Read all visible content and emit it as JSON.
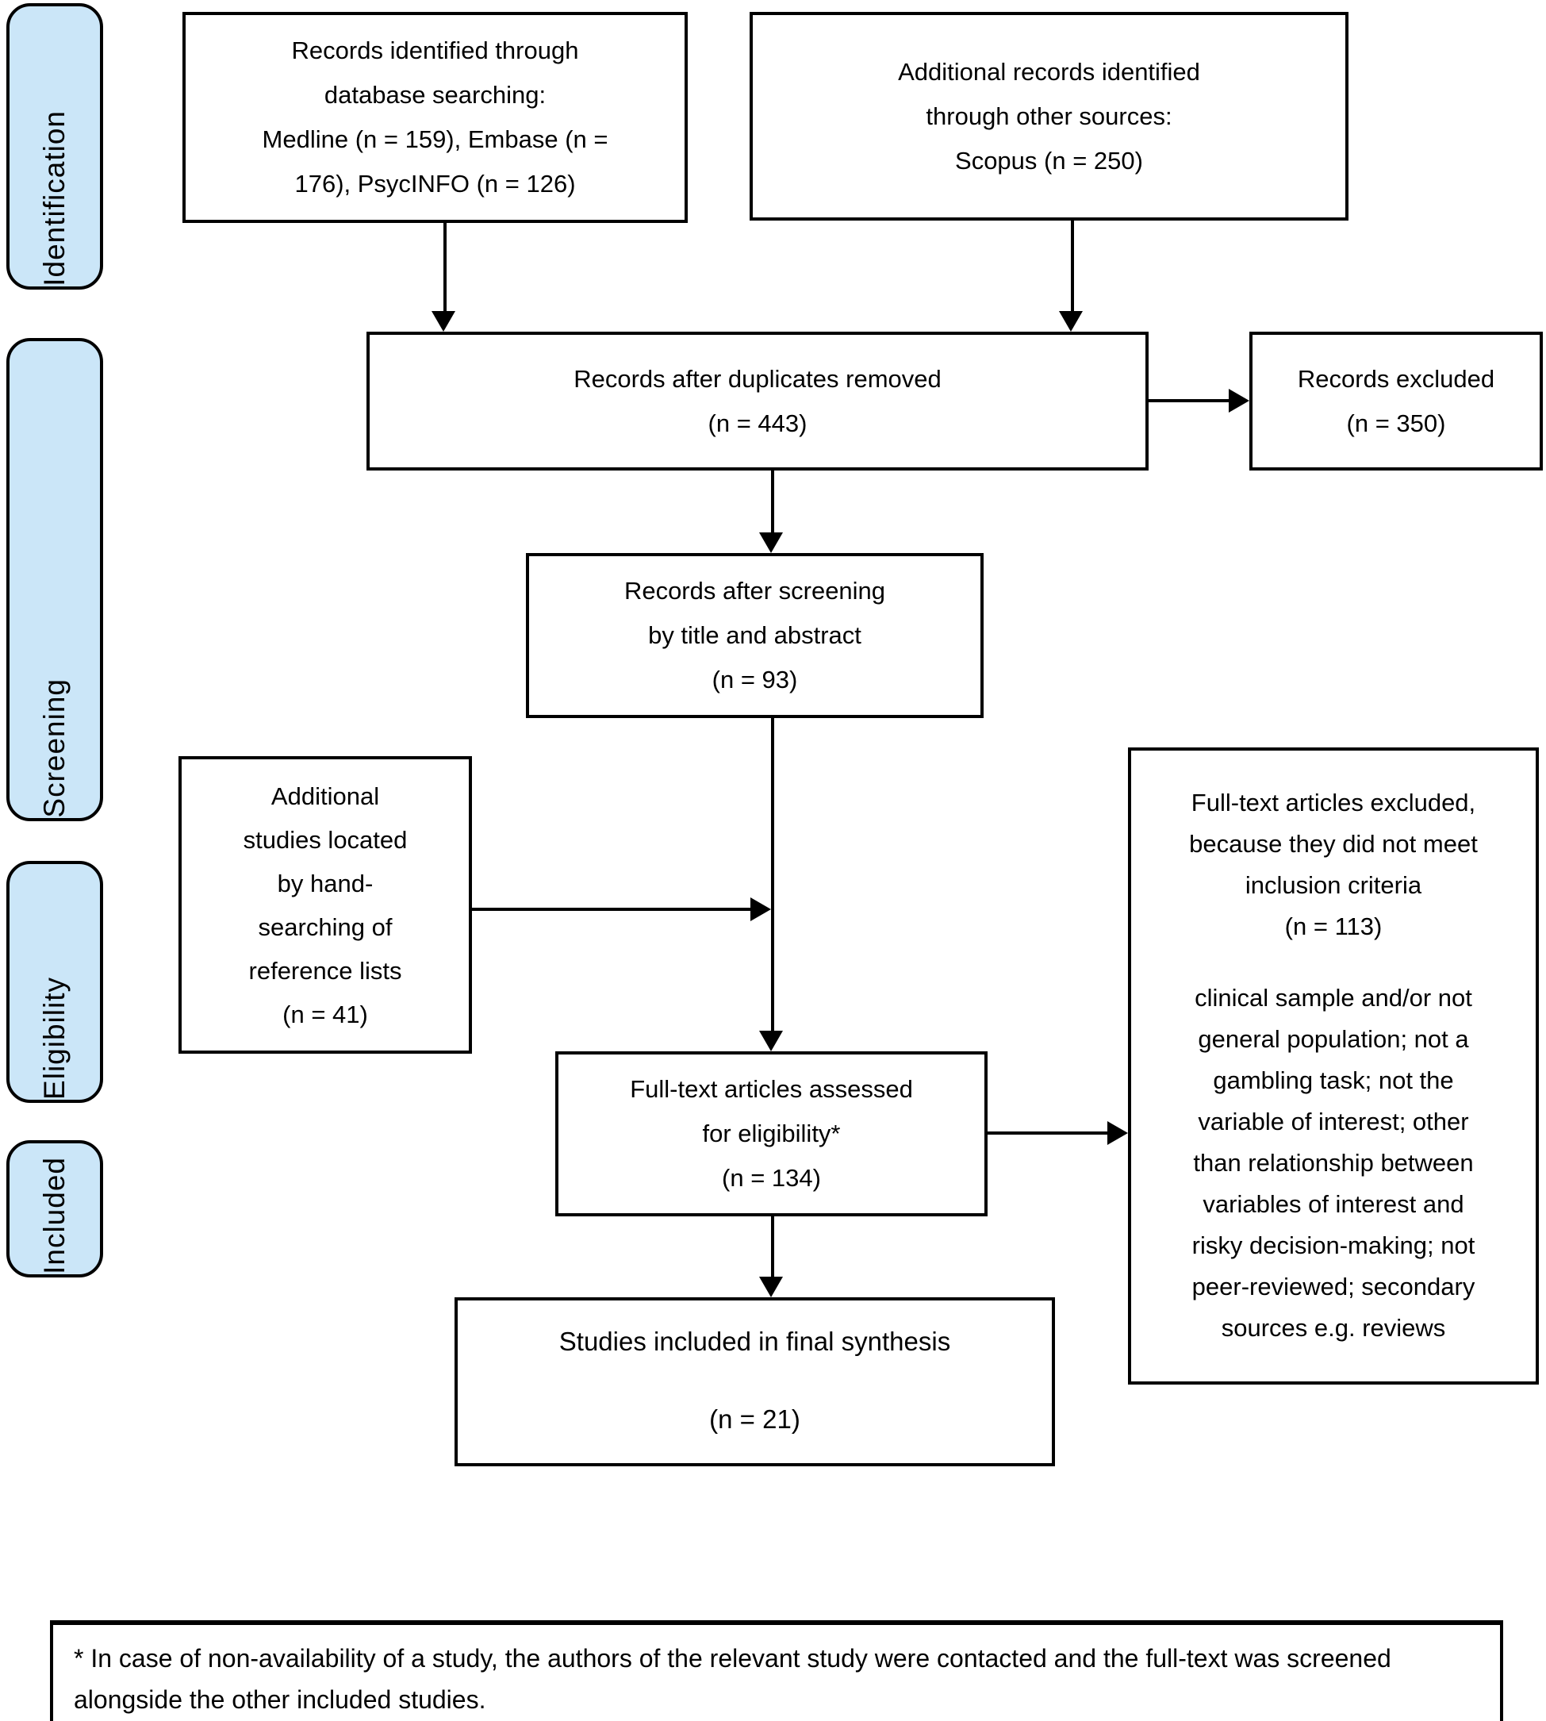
{
  "colors": {
    "stage_fill": "#cbe6f8",
    "border": "#000000",
    "background": "#ffffff"
  },
  "stages": [
    {
      "label": "Identification"
    },
    {
      "label": "Screening"
    },
    {
      "label": "Eligibility"
    },
    {
      "label": "Included"
    }
  ],
  "boxes": {
    "database_search": {
      "lines": [
        "Records identified through",
        "database searching:",
        "Medline (n = 159), Embase (n =",
        "176), PsycINFO (n = 126)"
      ]
    },
    "other_sources": {
      "lines": [
        "Additional records identified",
        "through other sources:",
        "Scopus (n = 250)"
      ]
    },
    "after_duplicates": {
      "lines": [
        "Records after duplicates removed",
        "(n = 443)"
      ]
    },
    "records_excluded": {
      "lines": [
        "Records excluded",
        "(n = 350)"
      ]
    },
    "after_screening": {
      "lines": [
        "Records after screening",
        "by title and abstract",
        "(n = 93)"
      ]
    },
    "hand_search": {
      "lines": [
        "Additional",
        "studies located",
        "by hand-",
        "searching of",
        "reference lists",
        "(n = 41)"
      ]
    },
    "fulltext_assessed": {
      "lines": [
        "Full-text articles assessed",
        "for eligibility*",
        "(n = 134)"
      ]
    },
    "fulltext_excluded": {
      "header_lines": [
        "Full-text articles excluded,",
        "because they did not meet",
        "inclusion criteria",
        "(n = 113)"
      ],
      "body_lines": [
        "clinical sample and/or not",
        "general population; not a",
        "gambling task; not the",
        "variable of interest; other",
        "than relationship between",
        "variables of interest and",
        "risky decision-making; not",
        "peer-reviewed; secondary",
        "sources e.g. reviews"
      ]
    },
    "included_synthesis": {
      "title": "Studies included in final synthesis",
      "count": "(n = 21)"
    }
  },
  "footnote": "* In case of non-availability of a study, the authors of the relevant study were contacted and the full-text was screened alongside the other included studies."
}
